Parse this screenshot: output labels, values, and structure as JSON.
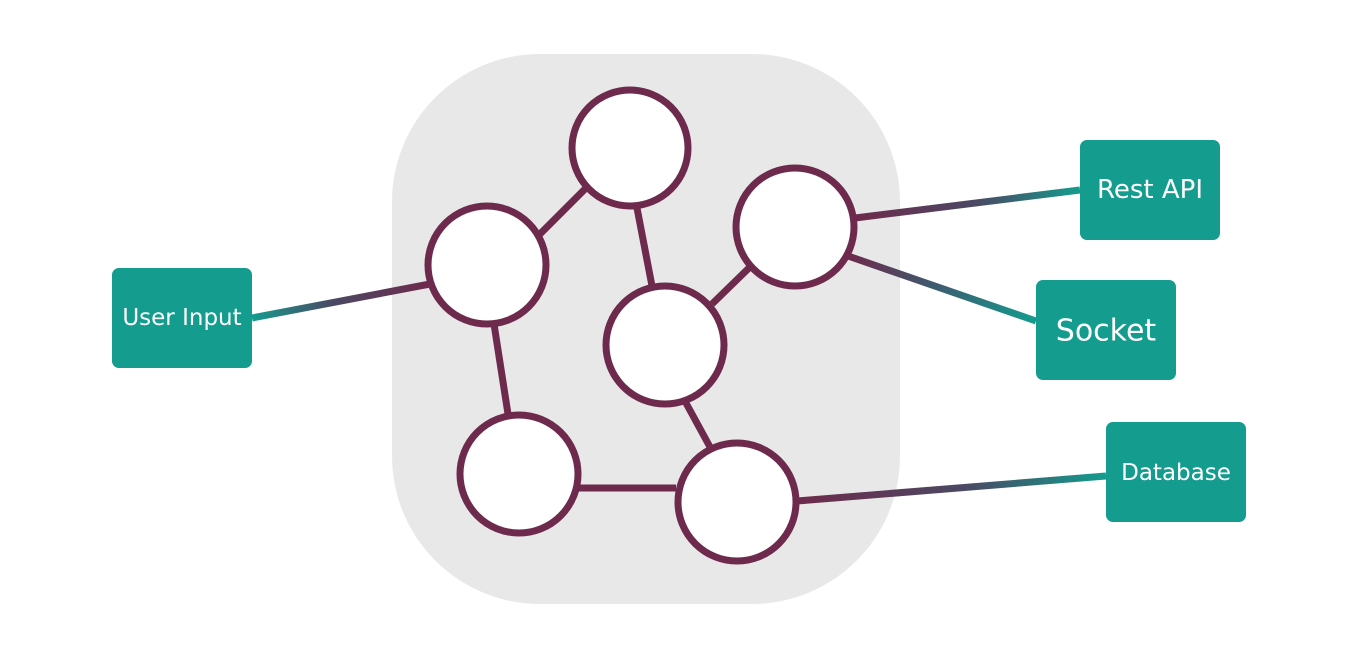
{
  "colors": {
    "background": "#ffffff",
    "container_fill": "#e8e8e8",
    "node_stroke": "#6e2a4c",
    "node_fill": "#ffffff",
    "box_fill": "#149c8f",
    "box_text": "#ffffff",
    "connector_gradient_start": "#149c8f",
    "connector_gradient_mid": "#4a4a64",
    "connector_gradient_end": "#149c8f"
  },
  "external_boxes": {
    "user_input": {
      "label": "User Input"
    },
    "rest_api": {
      "label": "Rest API"
    },
    "socket": {
      "label": "Socket"
    },
    "database": {
      "label": "Database"
    }
  }
}
